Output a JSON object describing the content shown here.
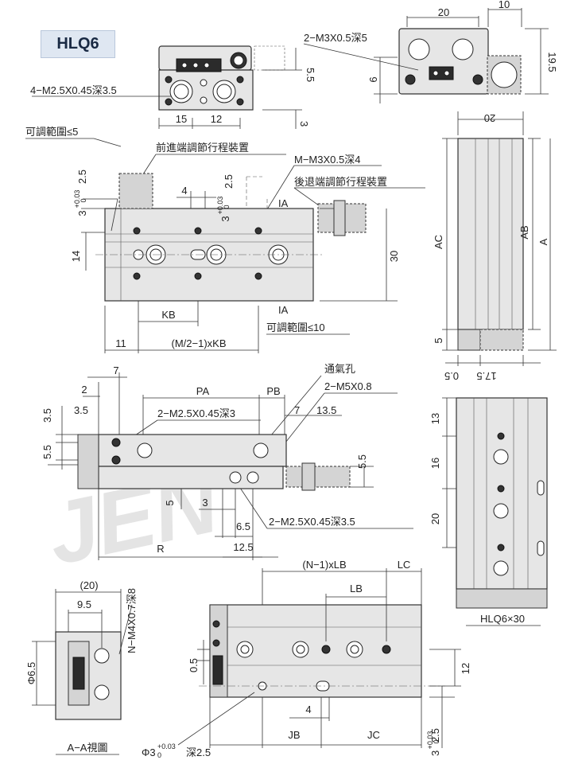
{
  "model": "HLQ6",
  "watermark": "JEN",
  "title_labels": {
    "aa_view": "A−A視圖",
    "hlq_size": "HLQ6×30"
  },
  "callouts": {
    "m25_depth35": "4−M2.5X0.45深3.5",
    "m3_depth5": "2−M3X0.5深5",
    "adjust_range_5": "可調範圍≤5",
    "front_adjust": "前進端調節行程裝置",
    "m_m3_depth4": "M−M3X0.5深4",
    "rear_adjust": "後退端調節行程裝置",
    "adjust_range_10": "可調範圍≤10",
    "vent_hole": "通氣孔",
    "m5_port": "2−M5X0.8",
    "m25_depth3": "2−M2.5X0.45深3",
    "m25_depth35_b": "2−M2.5X0.45深3.5",
    "n_m4_depth8": "N−M4X0.7深8",
    "phi3_depth": "Φ3",
    "phi3_tol": "+0.03",
    "phi3_tol0": "0",
    "phi3_suffix": "深2.5"
  },
  "dims": {
    "d15": "15",
    "d12": "12",
    "d55": "5.5",
    "d3": "3",
    "d20": "20",
    "d10": "10",
    "d6": "6",
    "d195": "19.5",
    "d25": "2.5",
    "d3tol": "3",
    "tol": "+0.03",
    "tol0": "0",
    "d4": "4",
    "d14": "14",
    "d30": "30",
    "ia": "IA",
    "kb": "KB",
    "d11": "11",
    "m2kb": "(M/2−1)xKB",
    "d20r": "20",
    "ac": "AC",
    "ab": "AB",
    "a": "A",
    "d5": "5",
    "d05": "0.5",
    "d175": "17.5",
    "d7": "7",
    "d2": "2",
    "pa": "PA",
    "pb": "PB",
    "d35": "3.5",
    "d55b": "5.5",
    "d7b": "7",
    "d135": "13.5",
    "d55c": "5.5",
    "d5b": "5",
    "d3b": "3",
    "d65": "6.5",
    "d125": "12.5",
    "r": "R",
    "d13": "13",
    "d16": "16",
    "d20b": "20",
    "p20": "(20)",
    "d95": "9.5",
    "phi65": "Φ6.5",
    "nlb": "(N−1)xLB",
    "lc": "LC",
    "lb": "LB",
    "d05b": "0.5",
    "d12b": "12",
    "d4b": "4",
    "jb": "JB",
    "jc": "JC",
    "d3c": "3"
  }
}
